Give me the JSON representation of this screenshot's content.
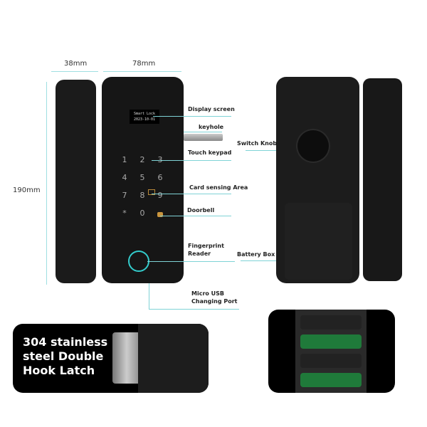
{
  "dimensions": {
    "depth": "38mm",
    "width": "78mm",
    "height": "190mm"
  },
  "display": {
    "line1": "Smart Lock",
    "line2": "2023-10-01"
  },
  "keypad": [
    "1",
    "2",
    "3",
    "4",
    "5",
    "6",
    "7",
    "8",
    "9",
    "*",
    "0",
    ""
  ],
  "labels": {
    "display": "Display screen",
    "keyhole": "keyhole",
    "keypad": "Touch keypad",
    "switch_knob": "Switch Knob",
    "card": "Card sensing Area",
    "doorbell": "Doorbell",
    "fingerprint1": "Fingerprint",
    "fingerprint2": "Reader",
    "battery": "Battery Box",
    "usb1": "Micro USB",
    "usb2": "Changing Port"
  },
  "latch_card": {
    "line1": "304 stainless",
    "line2": "steel Double",
    "line3": "Hook Latch"
  },
  "accent": "#5cc8cc"
}
